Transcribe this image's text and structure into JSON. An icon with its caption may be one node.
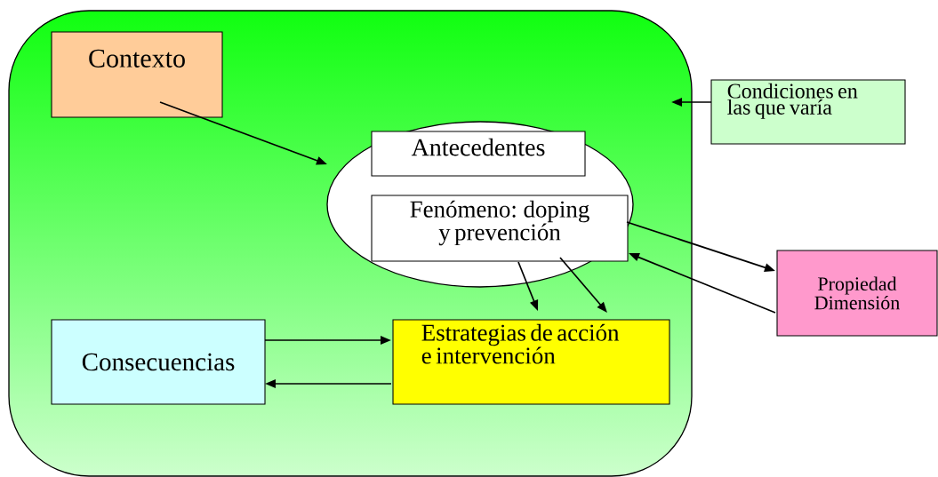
{
  "diagram": {
    "nodes": [
      {
        "text": [],
        "shape": "box"
      },
      {
        "text": [
          "Contexto"
        ],
        "in": 0
      },
      {
        "text": [],
        "shape": "ellipse",
        "in": 0
      },
      {
        "text": [
          "Antecedentes"
        ],
        "in": 2
      },
      {
        "text": [
          "Fenómeno: doping y prevención"
        ],
        "in": 2
      },
      {
        "text": [
          "Consecuencias"
        ],
        "in": 0
      },
      {
        "text": [
          "Estrategias de acción e intervención"
        ],
        "in": 0
      },
      {
        "text": [
          "Condiciones en las que varía"
        ]
      },
      {
        "text": [
          "Propiedad Dimensión"
        ]
      }
    ],
    "edges": [
      {
        "from": 1,
        "to": 2,
        "arrow": "to"
      },
      {
        "from": 7,
        "to": 0,
        "arrow": "to"
      },
      {
        "from": 4,
        "to": 8,
        "arrow": "to"
      },
      {
        "from": 8,
        "to": 4,
        "arrow": "to"
      },
      {
        "from": 4,
        "to": 6,
        "arrow": "to"
      },
      {
        "from": 4,
        "to": 6,
        "arrow": "to"
      },
      {
        "from": 5,
        "to": 6,
        "arrow": "to"
      },
      {
        "from": 6,
        "to": 5,
        "arrow": "to"
      }
    ]
  }
}
